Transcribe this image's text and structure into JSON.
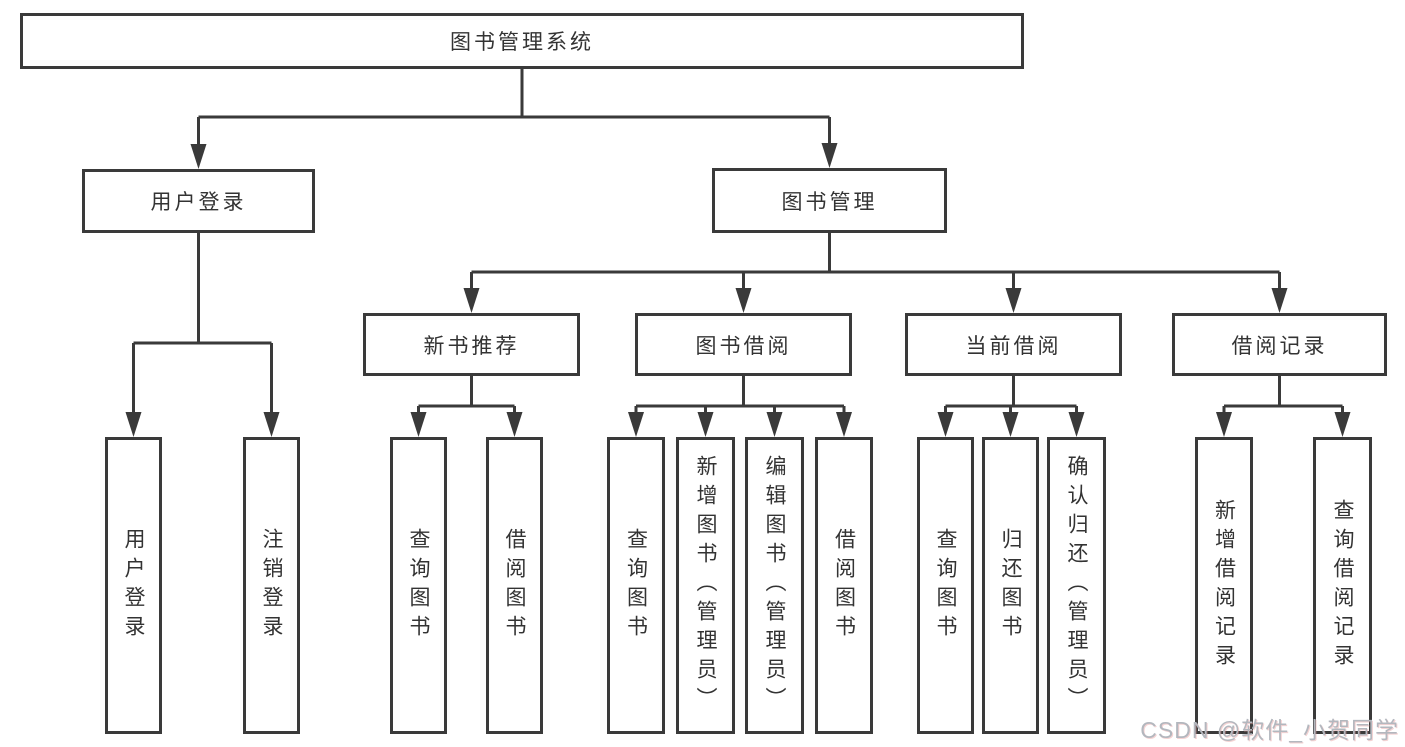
{
  "diagram": {
    "root": {
      "label": "图书管理系统"
    },
    "level1": [
      {
        "label": "用户登录"
      },
      {
        "label": "图书管理"
      }
    ],
    "level2": [
      {
        "label": "新书推荐"
      },
      {
        "label": "图书借阅"
      },
      {
        "label": "当前借阅"
      },
      {
        "label": "借阅记录"
      }
    ],
    "leaves": {
      "user_login": [
        "用户登录",
        "注销登录"
      ],
      "new_books": [
        "查询图书",
        "借阅图书"
      ],
      "book_borrow": [
        "查询图书",
        "新增图书（管理员）",
        "编辑图书（管理员）",
        "借阅图书"
      ],
      "current_borrow": [
        "查询图书",
        "归还图书",
        "确认归还（管理员）"
      ],
      "borrow_records": [
        "新增借阅记录",
        "查询借阅记录"
      ]
    },
    "line_color": "#3a3a3a"
  },
  "watermark": {
    "text": "CSDN @软件_小贺同学"
  }
}
